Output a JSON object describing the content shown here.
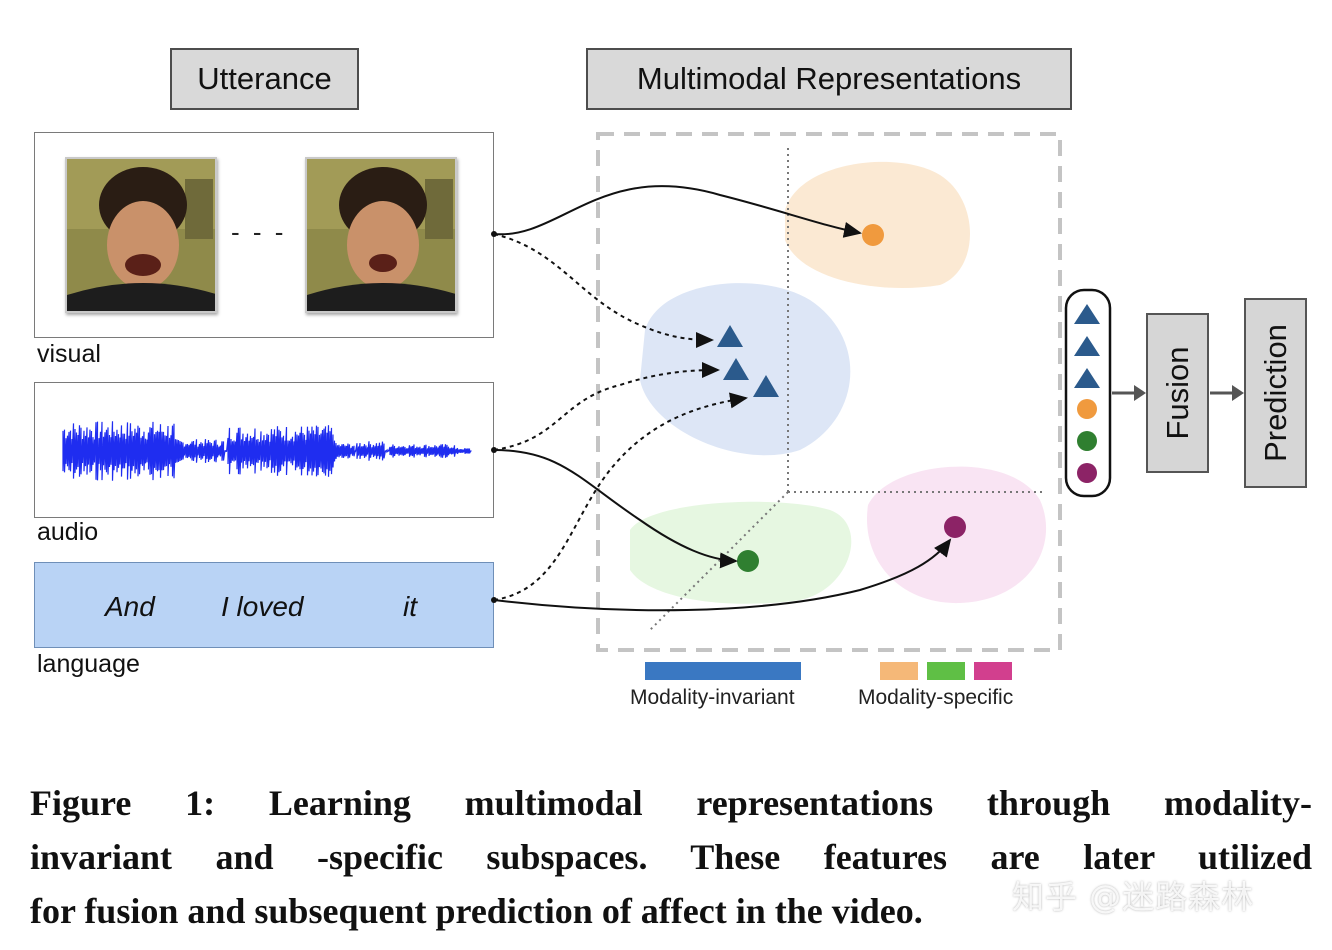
{
  "headers": {
    "utterance": "Utterance",
    "multimodal": "Multimodal Representations"
  },
  "modalities": {
    "visual": "visual",
    "audio": "audio",
    "language": "language"
  },
  "visual_panel": {
    "separator": "- - -"
  },
  "language_panel": {
    "words": [
      "And",
      "I loved",
      "it"
    ]
  },
  "stack": {
    "items": [
      "triangle",
      "triangle",
      "triangle",
      "circle",
      "circle",
      "circle"
    ],
    "colors": [
      "#2b5a8c",
      "#2b5a8c",
      "#2b5a8c",
      "#f09a3e",
      "#2f7f30",
      "#8c2366"
    ]
  },
  "pipeline": {
    "fusion": "Fusion",
    "prediction": "Prediction"
  },
  "legend": {
    "invariant_label": "Modality-invariant",
    "specific_label": "Modality-specific",
    "invariant_color": "#3a78c2",
    "specific_colors": [
      "#f5b878",
      "#5fbf45",
      "#d23f8e"
    ]
  },
  "colors": {
    "invariant_blob": "#dde6f6",
    "visual_blob": "#fbe9d3",
    "audio_blob": "#e6f7e1",
    "language_blob": "#f9e4f3",
    "triangle": "#2b5a8c",
    "visual_point": "#f09a3e",
    "audio_point": "#2f7f30",
    "language_point": "#8c2366",
    "waveform": "#1f2df0"
  },
  "caption": {
    "lines": [
      "Figure 1: Learning multimodal representations through modality-",
      "invariant and -specific subspaces. These features are later utilized",
      "for fusion and subsequent prediction of affect in the video."
    ]
  },
  "watermark": "知乎 @迷路森林"
}
